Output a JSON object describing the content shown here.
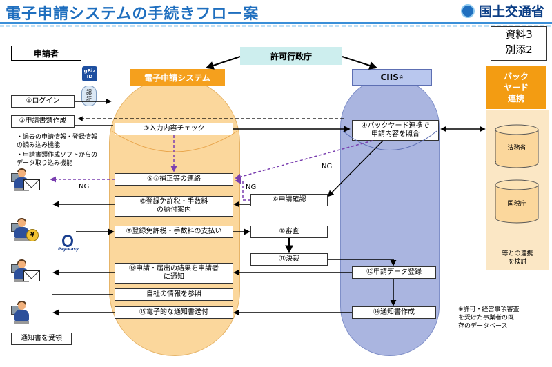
{
  "title": "電子申請システムの手続きフロー案",
  "ministry_logo": "国土交通省",
  "doc_label": {
    "line1": "資料3",
    "line2": "別添2"
  },
  "headers": {
    "applicant": "申請者",
    "licensing": "許可行政庁",
    "esystem": "電子申請システム",
    "ciis": "CIIS",
    "ciis_mark": "※",
    "backyard": "バック\nヤード\n連携"
  },
  "gbiz": {
    "badge": "gBiz\nID",
    "auth": "認\n証"
  },
  "applicant_steps": {
    "login": "①ログイン",
    "create": "②申請書類作成",
    "notice_receipt": "通知書を受領"
  },
  "bullets": [
    "・過去の申請情報・登録情報の読み込み機能",
    "・申請書類作成ソフトからのデータ取り込み機能"
  ],
  "system_steps": {
    "check": "③入力内容チェック",
    "correction": "⑤⑦補正等の連絡",
    "tax_notice": "⑧登録免許税・手数料\nの納付案内",
    "payment": "⑨登録免許税・手数料の支払い",
    "result_notice": "⑬申請・届出の結果を申請者\nに通知",
    "self_ref": "自社の情報を参照",
    "notice_send": "⑮電子的な通知書送付"
  },
  "mid_steps": {
    "confirm": "⑥申請確認",
    "review": "⑩審査",
    "decision": "⑪決裁"
  },
  "ciis_steps": {
    "collate": "④バックヤード連携で\n申請内容を照合",
    "register": "⑫申請データ登録",
    "create_notice": "⑭通知書作成"
  },
  "backyard_items": {
    "moj": "法務省",
    "nta": "国税庁",
    "coord": "等との連携\nを検討"
  },
  "ng": "NG",
  "payeasy": "Pay-easy",
  "coin": "¥",
  "footnote": "※許可・経営事項審査\nを受けた事業者の既\n存のデータベース",
  "colors": {
    "title": "#1f6fbf",
    "esystem_pill": "#fbd79c",
    "esystem_header": "#f5a01d",
    "ciis_pill": "#aab5e0",
    "ciis_header": "#b9c7ee",
    "licensing": "#cdeeee",
    "backyard_bg": "#fbe7c5",
    "backyard_header": "#f39c12",
    "ng_arrow": "#7a3fb0"
  }
}
